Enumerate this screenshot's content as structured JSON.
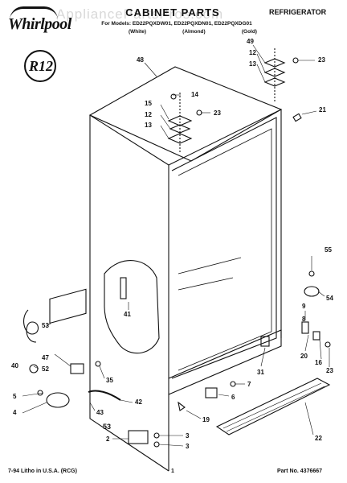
{
  "header": {
    "brand": "Whirlpool",
    "title": "CABINET PARTS",
    "category": "REFRIGERATOR",
    "models": "For Models: ED22PQXDW01, ED22PQXDN01, ED22PQXDG01",
    "colors": [
      "(White)",
      "(Almond)",
      "(Gold)"
    ],
    "watermark": "AppliancePartsPros.com"
  },
  "badge": {
    "label": "R12"
  },
  "callouts": [
    {
      "id": "c49",
      "label": "49"
    },
    {
      "id": "c12a",
      "label": "12"
    },
    {
      "id": "c13a",
      "label": "13"
    },
    {
      "id": "c23a",
      "label": "23"
    },
    {
      "id": "c48",
      "label": "48"
    },
    {
      "id": "c14",
      "label": "14"
    },
    {
      "id": "c15",
      "label": "15"
    },
    {
      "id": "c12b",
      "label": "12"
    },
    {
      "id": "c23b",
      "label": "23"
    },
    {
      "id": "c13b",
      "label": "13"
    },
    {
      "id": "c21",
      "label": "21"
    },
    {
      "id": "c55",
      "label": "55"
    },
    {
      "id": "c41",
      "label": "41"
    },
    {
      "id": "c54",
      "label": "54"
    },
    {
      "id": "c9",
      "label": "9"
    },
    {
      "id": "c8",
      "label": "8"
    },
    {
      "id": "c53a",
      "label": "53"
    },
    {
      "id": "c47",
      "label": "47"
    },
    {
      "id": "c20",
      "label": "20"
    },
    {
      "id": "c16",
      "label": "16"
    },
    {
      "id": "c23c",
      "label": "23"
    },
    {
      "id": "c40",
      "label": "40"
    },
    {
      "id": "c52",
      "label": "52"
    },
    {
      "id": "c35",
      "label": "35"
    },
    {
      "id": "c31",
      "label": "31"
    },
    {
      "id": "c7",
      "label": "7"
    },
    {
      "id": "c6",
      "label": "6"
    },
    {
      "id": "c5",
      "label": "5"
    },
    {
      "id": "c42",
      "label": "42"
    },
    {
      "id": "c4",
      "label": "4"
    },
    {
      "id": "c43",
      "label": "43"
    },
    {
      "id": "c19",
      "label": "19"
    },
    {
      "id": "c53b",
      "label": "53"
    },
    {
      "id": "c22",
      "label": "22"
    },
    {
      "id": "c2",
      "label": "2"
    },
    {
      "id": "c3a",
      "label": "3"
    },
    {
      "id": "c3b",
      "label": "3"
    }
  ],
  "footer": {
    "left": "7-94 Litho in U.S.A. (RCG)",
    "page": "1",
    "part_no": "Part No. 4376667"
  }
}
